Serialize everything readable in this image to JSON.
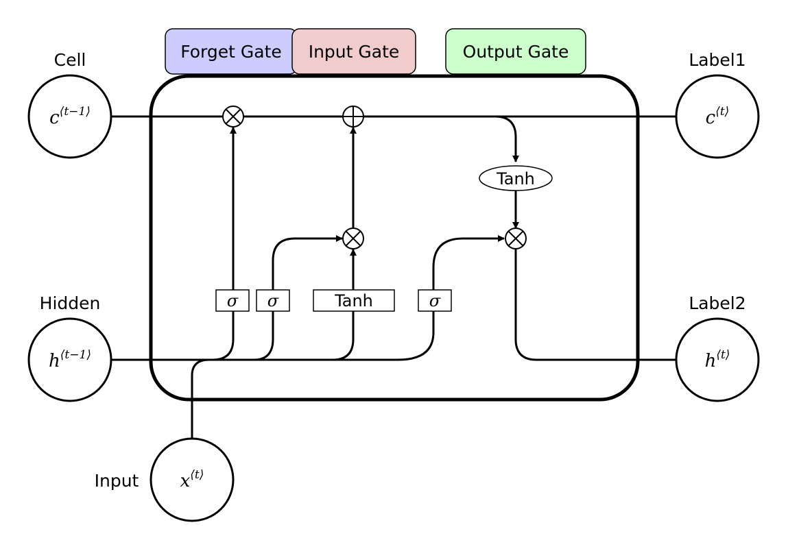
{
  "gates": {
    "forget": {
      "label": "Forget Gate",
      "color": "#ccccff"
    },
    "input": {
      "label": "Input Gate",
      "color": "#f0cccc"
    },
    "output": {
      "label": "Output Gate",
      "color": "#ccffcc"
    }
  },
  "labels": {
    "cell": "Cell",
    "hidden": "Hidden",
    "label1": "Label1",
    "label2": "Label2",
    "input": "Input"
  },
  "nodes": {
    "c_prev": {
      "base": "c",
      "sup": "⟨t−1⟩"
    },
    "h_prev": {
      "base": "h",
      "sup": "⟨t−1⟩"
    },
    "c_next": {
      "base": "c",
      "sup": "⟨t⟩"
    },
    "h_next": {
      "base": "h",
      "sup": "⟨t⟩"
    },
    "x_t": {
      "base": "x",
      "sup": "⟨t⟩"
    }
  },
  "operators": {
    "times": "⊗",
    "plus": "⊕"
  },
  "blocks": {
    "sigma_forget": "σ",
    "sigma_input": "σ",
    "tanh_input": "Tanh",
    "sigma_output": "σ",
    "tanh_cell": "Tanh"
  }
}
